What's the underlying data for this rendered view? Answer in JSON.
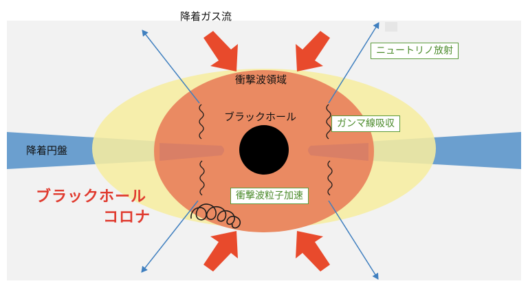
{
  "labels": {
    "infalling_gas": "降着ガス流",
    "neutrino_emission": "ニュートリノ放射",
    "shock_region": "衝撃波領域",
    "black_hole": "ブラックホール",
    "gamma_absorption": "ガンマ線吸収",
    "accretion_disk": "降着円盤",
    "shock_acceleration": "衝撃波粒子加速",
    "corona_line1": "ブラックホール",
    "corona_line2": "コロナ"
  },
  "colors": {
    "background_band": "#f2f2f2",
    "outer_ellipse": "#f6eda0",
    "inner_ellipse": "#ea8a62",
    "disk": "#6b9fcf",
    "black_hole": "#000000",
    "arrows": "#e84a2c",
    "neutrino_lines": "#3f7fbf",
    "boxed_text": "#4a8a2a",
    "corona_text": "#e03a2e"
  }
}
